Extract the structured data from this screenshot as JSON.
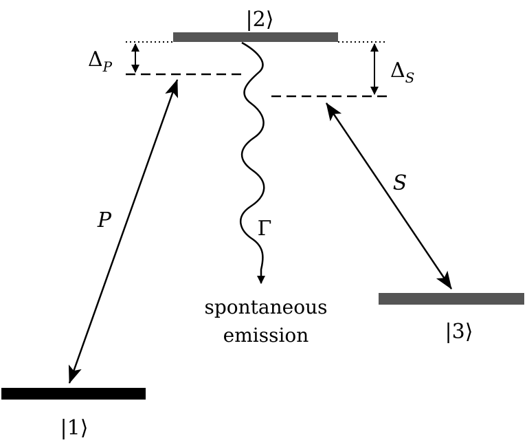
{
  "levels": {
    "state1": {
      "ket": "|1⟩"
    },
    "state2": {
      "ket": "|2⟩"
    },
    "state3": {
      "ket": "|3⟩"
    }
  },
  "transitions": {
    "pump": {
      "label": "P"
    },
    "stokes": {
      "label": "S"
    },
    "decay": {
      "symbol": "Γ",
      "caption_line1": "spontaneous",
      "caption_line2": "emission"
    }
  },
  "detunings": {
    "pump": {
      "symbol": "Δ",
      "subscript": "P"
    },
    "stokes": {
      "symbol": "Δ",
      "subscript": "S"
    }
  },
  "colors": {
    "ground_level": "#000000",
    "excited_level": "#555555",
    "arrows": "#000000"
  }
}
